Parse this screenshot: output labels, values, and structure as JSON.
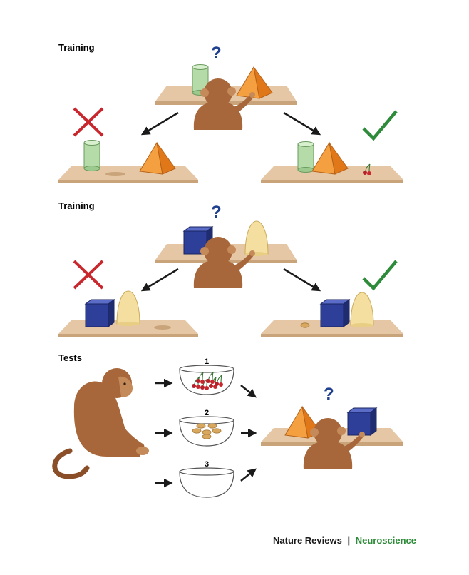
{
  "sections": [
    {
      "label": "Training"
    },
    {
      "label": "Training"
    },
    {
      "label": "Tests"
    }
  ],
  "question_mark": "?",
  "bowls": [
    {
      "number": "1",
      "contents": "cherries"
    },
    {
      "number": "2",
      "contents": "peanuts"
    },
    {
      "number": "3",
      "contents": "empty"
    }
  ],
  "credit": {
    "journal": "Nature Reviews",
    "separator": "|",
    "subject": "Neuroscience"
  },
  "colors": {
    "wrong": "#c8282d",
    "right": "#2e8b3a",
    "question": "#1f3f8f",
    "subject": "#2e8b3a",
    "table": "#e6c7a5",
    "monkey": "#a8673a",
    "cylinder": "#b5dca8",
    "pyramid": "#f08a2a",
    "cube": "#2e3f9a",
    "cone": "#f5dfa0"
  }
}
